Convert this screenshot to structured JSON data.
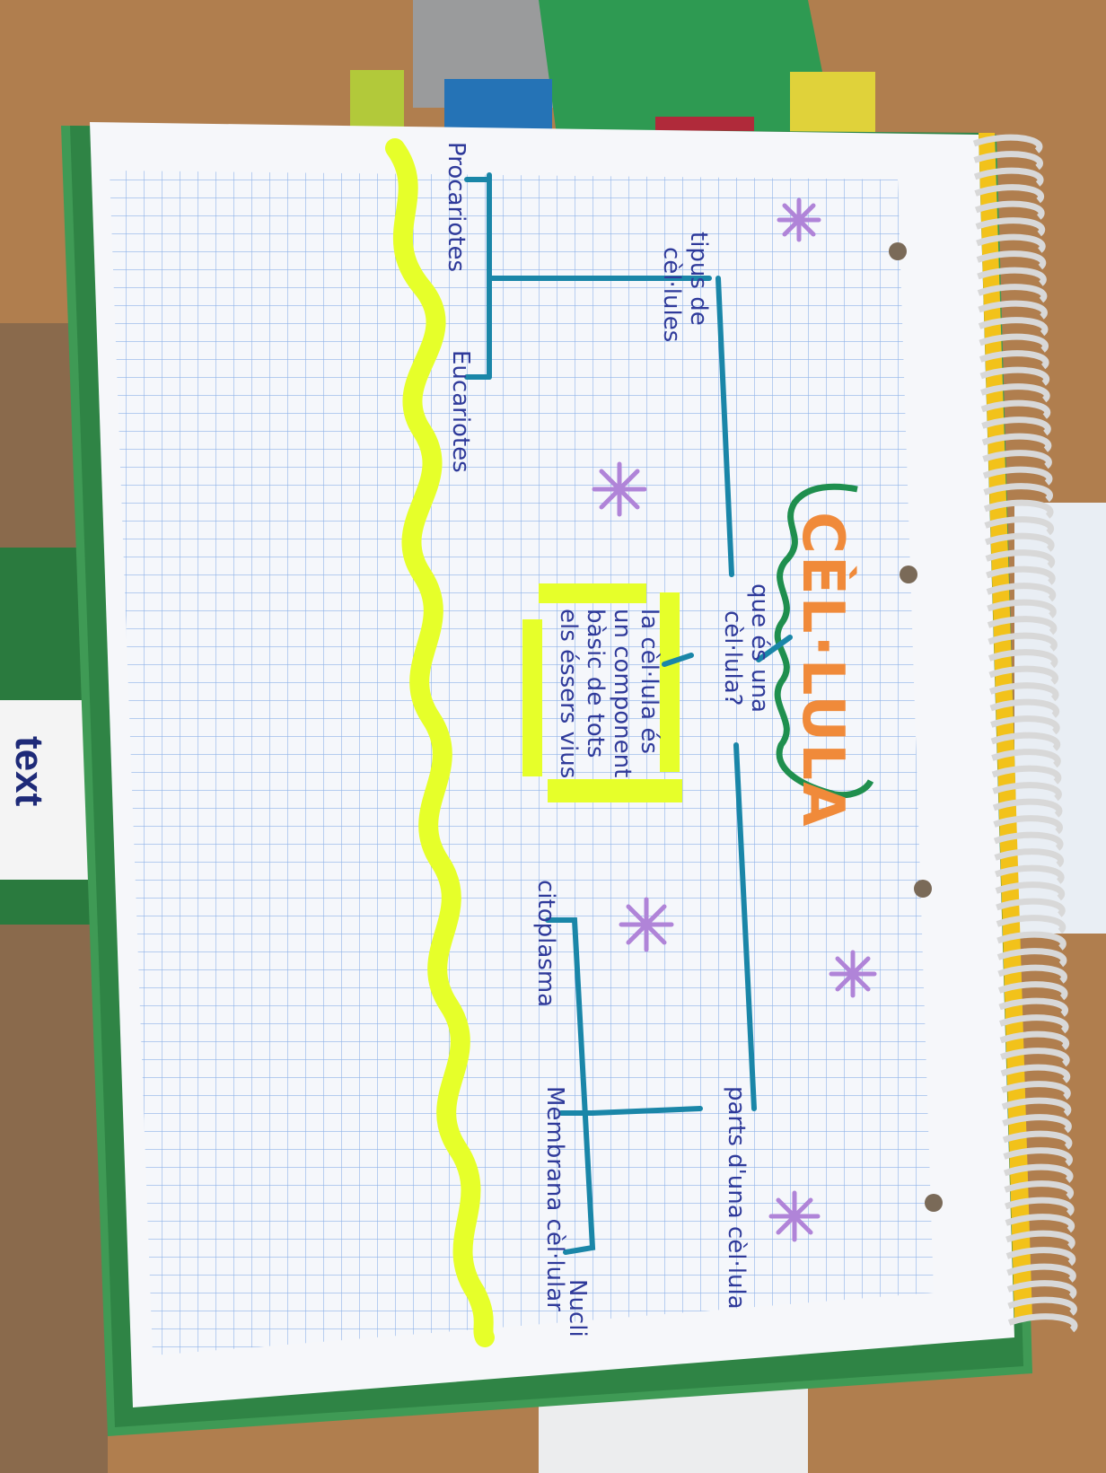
{
  "title": "CÈL·LULA",
  "branches": {
    "what_is": {
      "question": [
        "que és una",
        "cèl·lula?"
      ],
      "answer": [
        "la cèl·lula és",
        "un component",
        "bàsic de tots",
        "els éssers vius"
      ]
    },
    "types": {
      "label": [
        "tipus de",
        "cèl·lules"
      ],
      "children": [
        "Procariotes",
        "Eucariotes"
      ]
    },
    "parts": {
      "label": "parts d'una cèl·lula",
      "children": [
        "citoplasma",
        "Membrana cèl·lular",
        "Nucli"
      ]
    }
  },
  "background_book_text": "text",
  "colors": {
    "ink": "#2f3a9a",
    "connector": "#1a86a8",
    "title": "#f08a3a",
    "title_frame": "#1f8f4e",
    "highlighter": "#e6ff2a",
    "star": "#b084d8",
    "grid": "#8fb3e8",
    "paper": "#f5f7fb",
    "cover": "#3f9a55",
    "spiral_binding": "#f2c21a"
  }
}
